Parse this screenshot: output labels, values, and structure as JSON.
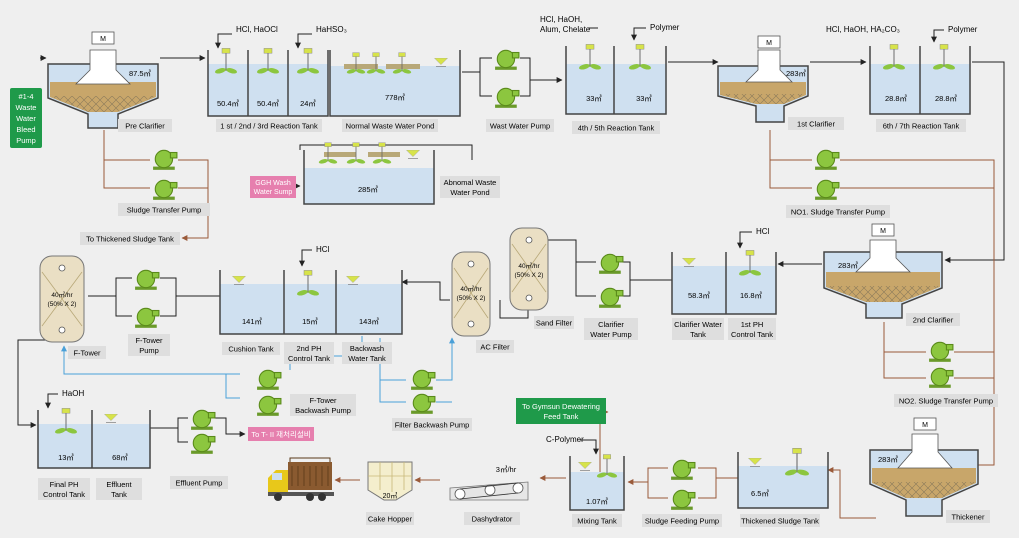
{
  "labels": {
    "pre_clarifier": "Pre Clarifier",
    "reaction_123": "1 st / 2nd / 3rd  Reaction Tank",
    "normal_pond": "Normal  Waste Water Pond",
    "waste_water_pump": "Wast Water Pump",
    "reaction_45": "4th / 5th  Reaction Tank",
    "clarifier_1": "1st Clarifier",
    "reaction_67": "6th / 7th  Reaction Tank",
    "sludge_transfer_pump": "Sludge Transfer Pump",
    "abnormal_pond_1": "Abnomal Waste",
    "abnormal_pond_2": "Water Pond",
    "to_thickened": "To Thickened Sludge Tank",
    "no1_sludge_pump": "NO1. Sludge Transfer Pump",
    "f_tower": "F-Tower",
    "f_tower_pump_1": "F-Tower",
    "f_tower_pump_2": "Pump",
    "cushion_tank": "Cushion Tank",
    "ph_2nd_1": "2nd PH",
    "ph_2nd_2": "Control Tank",
    "backwash_tank_1": "Backwash",
    "backwash_tank_2": "Water Tank",
    "ac_filter": "AC Filter",
    "sand_filter": "Sand Filter",
    "clarifier_pump_1": "Clarifier",
    "clarifier_pump_2": "Water Pump",
    "clarifier_water_tank_1": "Clarifier Water",
    "clarifier_water_tank_2": "Tank",
    "ph_1st_1": "1st PH",
    "ph_1st_2": "Control Tank",
    "clarifier_2": "2nd Clarifier",
    "f_tower_backwash_1": "F-Tower",
    "f_tower_backwash_2": "Backwash Pump",
    "filter_backwash": "Filter Backwash Pump",
    "no2_sludge_pump": "NO2. Sludge Transfer Pump",
    "final_ph_1": "Final PH",
    "final_ph_2": "Control Tank",
    "effluent_1": "Effluent",
    "effluent_2": "Tank",
    "effluent_pump": "Effluent Pump",
    "to_t2": "To T- II 재처리설비",
    "cake_hopper": "Cake Hopper",
    "dashydrator": "Dashydrator",
    "mixing_tank": "Mixing Tank",
    "sludge_feeding_pump": "Sludge Feeding Pump",
    "thickened_sludge_tank": "Thickened Sludge Tank",
    "thickener": "Thickener",
    "to_gymsun_1": "To Gymsun Dewatering",
    "to_gymsun_2": "Feed Tank",
    "ggh_1": "GGH Wash",
    "ggh_2": "Water Sump",
    "bleed_1": "#1-4",
    "bleed_2": "Waste",
    "bleed_3": "Water",
    "bleed_4": "Bleed",
    "bleed_5": "Pump"
  },
  "chemicals": {
    "hcl_haocl": "HCl, HaOCl",
    "hahso3": "HaHSO₃",
    "hcl_haoh_alum_1": "HCl, HaOH,",
    "hcl_haoh_alum_2": "Alum, Chelate",
    "polymer_1": "Polymer",
    "hcl_haoh_haco3": "HCl, HaOH, HA₂CO₃",
    "polymer_2": "Polymer",
    "hcl_1": "HCl",
    "hcl_2": "HCl",
    "haoh": "HaOH",
    "c_polymer": "C-Polymer"
  },
  "volumes": {
    "pre_clarifier": "87.5㎥",
    "r1": "50.4㎥",
    "r2": "50.4㎥",
    "r3": "24㎥",
    "normal_pond": "778㎥",
    "abnormal_pond": "285㎥",
    "r4": "33㎥",
    "r5": "33㎥",
    "clarifier_1": "283㎥",
    "r6": "28.8㎥",
    "r7": "28.8㎥",
    "clarifier_2": "283㎥",
    "clarifier_water": "58.3㎥",
    "ph_1st": "16.8㎥",
    "cushion": "141㎥",
    "ph_2nd": "15㎥",
    "backwash": "143㎥",
    "ac_filter_1": "40㎥/hr",
    "ac_filter_2": "(50% X 2)",
    "sand_filter_1": "40㎥/hr",
    "sand_filter_2": "(50% X 2)",
    "f_tower_1": "40㎥/hr",
    "f_tower_2": "(50% X 2)",
    "final_ph": "13㎥",
    "effluent": "68㎥",
    "cake_hopper": "20㎥",
    "dashydrator": "3㎥/hr",
    "mixing": "1.07㎥",
    "thickened_sludge": "6.5㎥",
    "thickener": "283㎥"
  },
  "motor_label": "M",
  "colors": {
    "background": "#efefef",
    "label_box": "#dedede",
    "water": "#cfe0f0",
    "sludge": "#c8a66a",
    "pump": "#8cc63f",
    "bleed_box": "#1f9a4a",
    "ggh_box": "#e67fae",
    "brown_line": "#9a5a3a",
    "blue_line": "#4aa0d8"
  }
}
